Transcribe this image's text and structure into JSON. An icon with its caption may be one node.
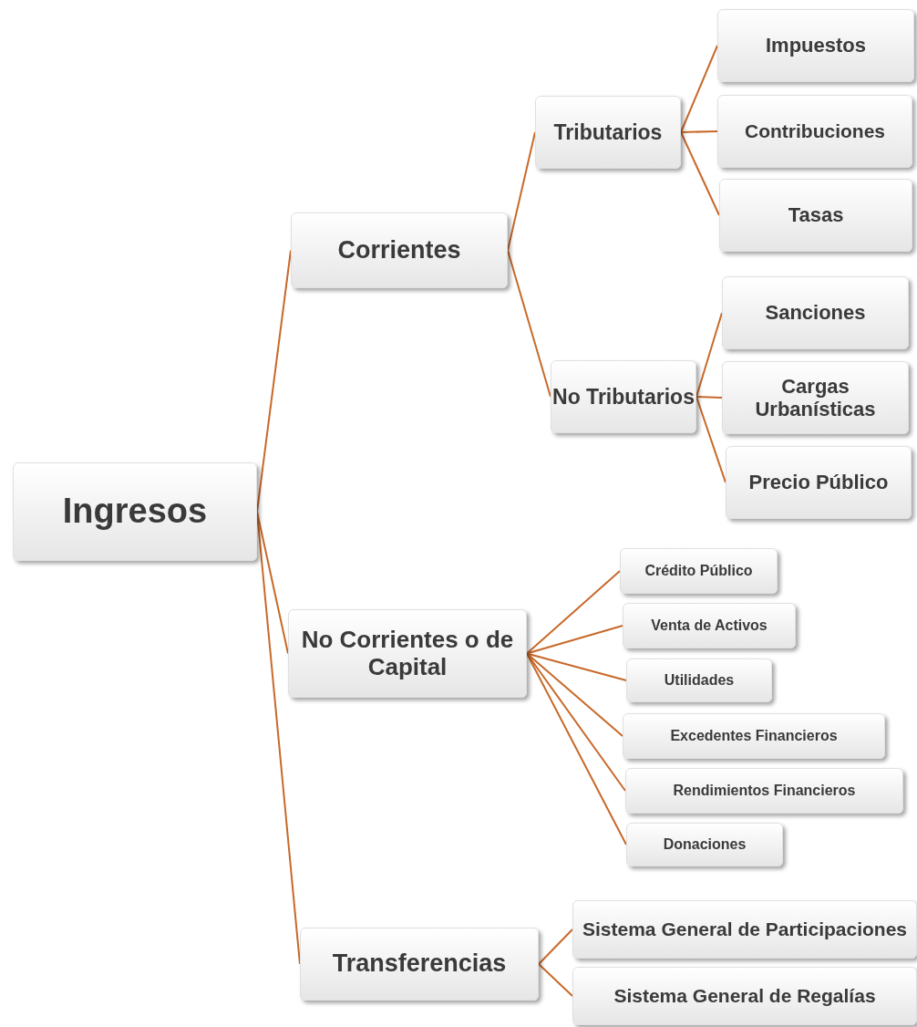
{
  "diagram": {
    "nodes": [
      {
        "text": [
          "Ingresos"
        ]
      },
      {
        "text": [
          "Corrientes"
        ]
      },
      {
        "text": [
          "Tributarios"
        ]
      },
      {
        "text": [
          "Impuestos"
        ]
      },
      {
        "text": [
          "Contribuciones"
        ]
      },
      {
        "text": [
          "Tasas"
        ]
      },
      {
        "text": [
          "No Tributarios"
        ]
      },
      {
        "text": [
          "Sanciones"
        ]
      },
      {
        "text": [
          "Cargas Urbanísticas"
        ]
      },
      {
        "text": [
          "Precio Público"
        ]
      },
      {
        "text": [
          "No Corrientes o de Capital"
        ]
      },
      {
        "text": [
          "Crédito Público"
        ]
      },
      {
        "text": [
          "Venta de Activos"
        ]
      },
      {
        "text": [
          "Utilidades"
        ]
      },
      {
        "text": [
          "Excedentes Financieros"
        ]
      },
      {
        "text": [
          "Rendimientos Financieros"
        ]
      },
      {
        "text": [
          "Donaciones"
        ]
      },
      {
        "text": [
          "Transferencias"
        ]
      },
      {
        "text": [
          "Sistema General de Participaciones"
        ]
      },
      {
        "text": [
          "Sistema General de Regalías"
        ]
      }
    ],
    "edges": [
      {
        "from": 0,
        "to": 1,
        "arrow": "none"
      },
      {
        "from": 0,
        "to": 10,
        "arrow": "none"
      },
      {
        "from": 0,
        "to": 17,
        "arrow": "none"
      },
      {
        "from": 1,
        "to": 2,
        "arrow": "none"
      },
      {
        "from": 1,
        "to": 6,
        "arrow": "none"
      },
      {
        "from": 2,
        "to": 3,
        "arrow": "none"
      },
      {
        "from": 2,
        "to": 4,
        "arrow": "none"
      },
      {
        "from": 2,
        "to": 5,
        "arrow": "none"
      },
      {
        "from": 6,
        "to": 7,
        "arrow": "none"
      },
      {
        "from": 6,
        "to": 8,
        "arrow": "none"
      },
      {
        "from": 6,
        "to": 9,
        "arrow": "none"
      },
      {
        "from": 10,
        "to": 11,
        "arrow": "none"
      },
      {
        "from": 10,
        "to": 12,
        "arrow": "none"
      },
      {
        "from": 10,
        "to": 13,
        "arrow": "none"
      },
      {
        "from": 10,
        "to": 14,
        "arrow": "none"
      },
      {
        "from": 10,
        "to": 15,
        "arrow": "none"
      },
      {
        "from": 10,
        "to": 16,
        "arrow": "none"
      },
      {
        "from": 17,
        "to": 18,
        "arrow": "none"
      },
      {
        "from": 17,
        "to": 19,
        "arrow": "none"
      }
    ]
  }
}
